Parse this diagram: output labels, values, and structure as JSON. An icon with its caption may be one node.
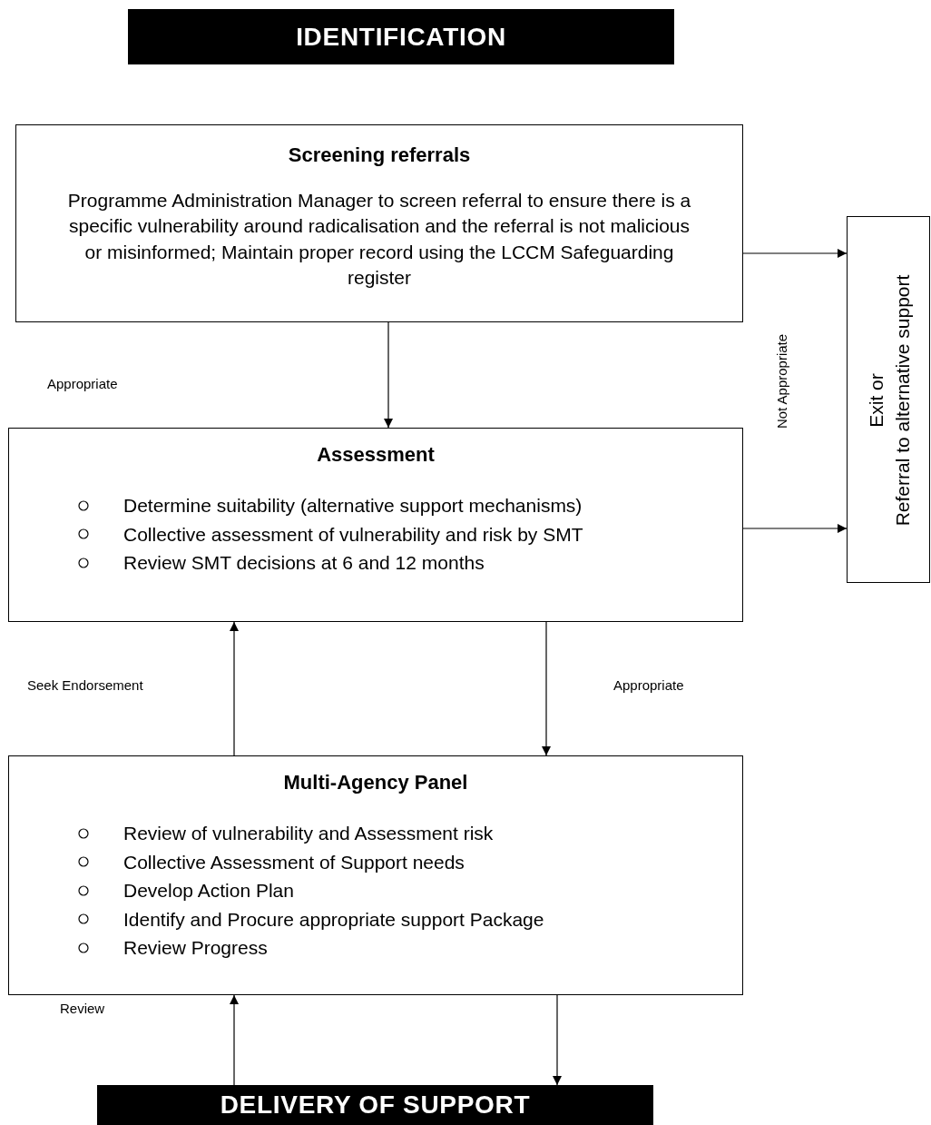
{
  "diagram": {
    "nodes": [
      {
        "text": [
          "IDENTIFICATION"
        ]
      },
      {
        "text": [
          "Screening referrals",
          "Programme Administration Manager to screen referral to ensure there is a specific vulnerability around radicalisation and the referral is not malicious or misinformed;  Maintain proper record using the LCCM Safeguarding register"
        ]
      },
      {
        "text": [
          "Exit or",
          "Referral to alternative support"
        ]
      },
      {
        "text": [
          "Assessment",
          "Determine suitability (alternative support mechanisms)",
          "Collective assessment of vulnerability and risk by SMT",
          "Review SMT decisions at 6 and 12 months"
        ]
      },
      {
        "text": [
          "Multi-Agency Panel",
          "Review of vulnerability and Assessment risk",
          "Collective Assessment of Support needs",
          "Develop Action Plan",
          "Identify and Procure appropriate support Package",
          "Review Progress"
        ]
      },
      {
        "text": [
          "DELIVERY OF SUPPORT"
        ]
      }
    ],
    "edges": [
      {
        "from": 1,
        "to": 3,
        "arrow": "to"
      },
      {
        "from": 1,
        "to": 2,
        "arrow": "to"
      },
      {
        "from": 3,
        "to": 2,
        "arrow": "to"
      },
      {
        "from": 4,
        "to": 3,
        "arrow": "to"
      },
      {
        "from": 3,
        "to": 4,
        "arrow": "to"
      },
      {
        "from": 5,
        "to": 4,
        "arrow": "to"
      },
      {
        "from": 4,
        "to": 5,
        "arrow": "to"
      }
    ],
    "labels": [
      "Appropriate",
      "Not Appropriate",
      "Seek Endorsement",
      "Appropriate",
      "Review"
    ]
  }
}
